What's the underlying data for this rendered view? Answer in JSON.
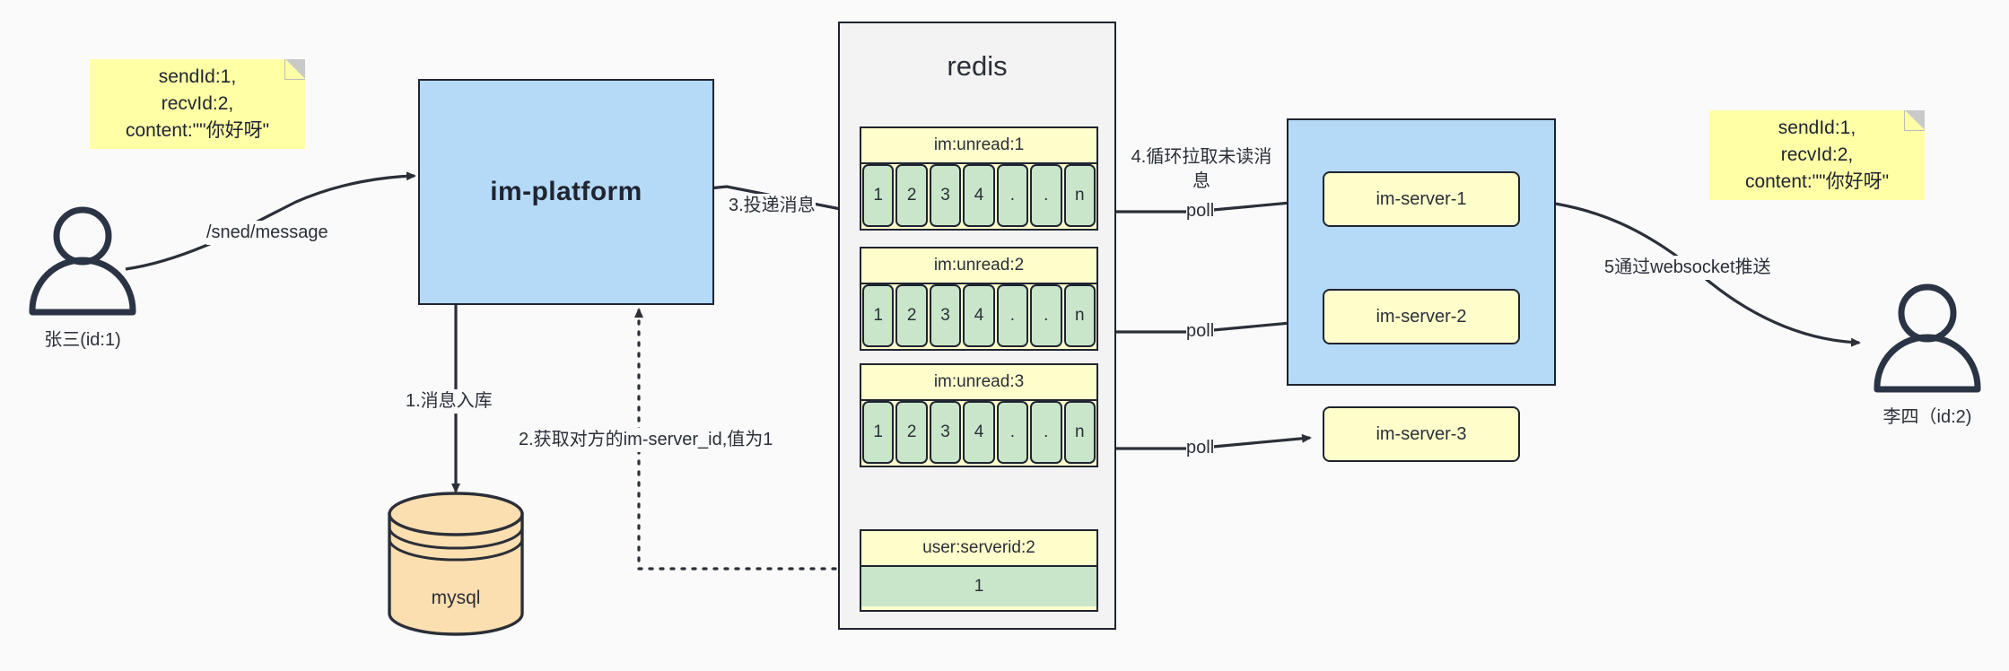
{
  "diagram": {
    "title": "IM message delivery architecture",
    "background": "#fafafa"
  },
  "colors": {
    "note_fill": "#ffffa6",
    "blue_fill": "#b5daf7",
    "yellow_fill": "#ffffcc",
    "green_fill": "#c9e6ca",
    "orange_fill": "#fcdfb0",
    "stroke": "#1f2430",
    "redis_fill": "#f3f3f3"
  },
  "notes": {
    "left": {
      "lines": [
        "sendId:1,",
        "recvId:2,",
        "content:\"\"你好呀\""
      ],
      "fold_icon": "note-fold-icon"
    },
    "right": {
      "lines": [
        "sendId:1,",
        "recvId:2,",
        "content:\"\"你好呀\""
      ],
      "fold_icon": "note-fold-icon"
    }
  },
  "actors": {
    "sender": {
      "label": "张三(id:1)",
      "icon": "user-actor-icon"
    },
    "receiver": {
      "label": "李四（id:2)",
      "icon": "user-actor-icon"
    }
  },
  "nodes": {
    "platform": {
      "label": "im-platform"
    },
    "database": {
      "label": "mysql",
      "icon": "database-cylinder-icon"
    },
    "redis": {
      "label": "redis"
    },
    "server_group_label": ""
  },
  "redis_entries": [
    {
      "key": "im:unread:1",
      "cells": [
        "1",
        "2",
        "3",
        "4",
        ".",
        ".",
        "n"
      ]
    },
    {
      "key": "im:unread:2",
      "cells": [
        "1",
        "2",
        "3",
        "4",
        ".",
        ".",
        "n"
      ]
    },
    {
      "key": "im:unread:3",
      "cells": [
        "1",
        "2",
        "3",
        "4",
        ".",
        ".",
        "n"
      ]
    }
  ],
  "redis_kv": {
    "key": "user:serverid:2",
    "value": "1"
  },
  "servers": [
    {
      "label": "im-server-1"
    },
    {
      "label": "im-server-2"
    },
    {
      "label": "im-server-3"
    }
  ],
  "edges": {
    "send_message": "/sned/message",
    "step1": "1.消息入库",
    "step2": "2.获取对方的im-server_id,值为1",
    "step3": "3.投递消息",
    "step4": "4.循环拉取未读消息",
    "step5": "5通过websocket推送",
    "poll1": "poll",
    "poll2": "poll",
    "poll3": "poll"
  }
}
